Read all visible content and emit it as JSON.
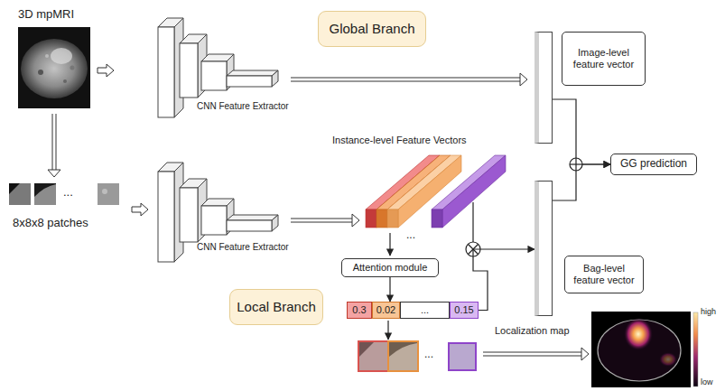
{
  "diagram": {
    "nodes": [
      {
        "text": [
          "Global Branch"
        ]
      },
      {
        "text": [
          "Image-level feature vector"
        ]
      },
      {
        "text": [
          "GG prediction"
        ]
      },
      {
        "text": [
          "Bag-level feature vector"
        ]
      },
      {
        "text": [
          "Attention module"
        ]
      },
      {
        "text": [
          "0.3"
        ]
      },
      {
        "text": [
          "0.02"
        ]
      },
      {
        "text": [
          "..."
        ]
      },
      {
        "text": [
          "0.15"
        ]
      },
      {
        "text": [
          "Local Branch"
        ]
      }
    ],
    "edges": [
      {
        "from": 1,
        "to": 2,
        "arrow": "to"
      },
      {
        "from": 3,
        "to": 2,
        "arrow": "to"
      },
      {
        "from": 4,
        "to": 6,
        "arrow": "to"
      },
      {
        "from": 8,
        "to": 3,
        "arrow": "to"
      }
    ],
    "labels": [
      "3D mpMRI",
      "CNN Feature Extractor",
      "8x8x8 patches",
      "...",
      "CNN Feature Extractor",
      "Instance-level Feature Vectors",
      "...",
      "...",
      "Localization map",
      "high",
      "low"
    ]
  }
}
